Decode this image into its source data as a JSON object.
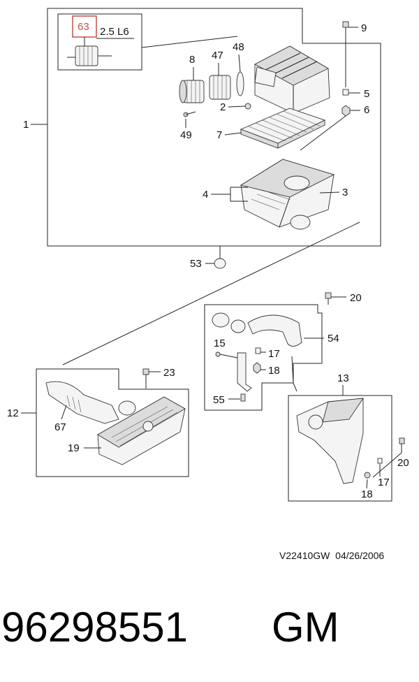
{
  "callouts": {
    "c63": "63",
    "engine": "2.5 L6",
    "c1": "1",
    "c2": "2",
    "c3": "3",
    "c4": "4",
    "c5": "5",
    "c6": "6",
    "c7": "7",
    "c8": "8",
    "c9": "9",
    "c47": "47",
    "c48": "48",
    "c49": "49",
    "c53": "53",
    "c20a": "20",
    "c15": "15",
    "c17a": "17",
    "c18a": "18",
    "c54": "54",
    "c55": "55",
    "c23": "23",
    "c12": "12",
    "c67": "67",
    "c19": "19",
    "c13": "13",
    "c20b": "20",
    "c17b": "17",
    "c18b": "18"
  },
  "drawing_ref": "V22410GW  04/26/2006",
  "part_number": "96298551",
  "brand": "GM",
  "colors": {
    "highlight": "#c0504d",
    "line": "#222222"
  }
}
